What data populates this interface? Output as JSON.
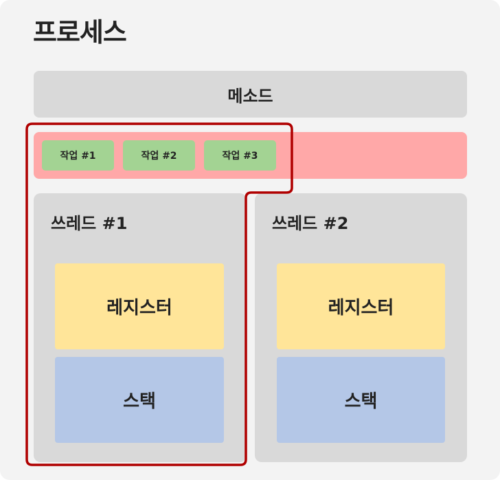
{
  "process": {
    "title": "프로세스",
    "method_label": "메소드",
    "jobs": [
      "작업 #1",
      "작업 #2",
      "작업 #3"
    ],
    "threads": [
      {
        "title": "쓰레드 #1",
        "register_label": "레지스터",
        "stack_label": "스택"
      },
      {
        "title": "쓰레드 #2",
        "register_label": "레지스터",
        "stack_label": "스택"
      }
    ]
  },
  "colors": {
    "process_bg": "#f3f3f3",
    "method_bg": "#d9d9d9",
    "jobs_row_bg": "#ffa8a8",
    "job_bg": "#a3d393",
    "register_bg": "#ffe599",
    "stack_bg": "#b4c7e7",
    "highlight_outline": "#b00000"
  }
}
